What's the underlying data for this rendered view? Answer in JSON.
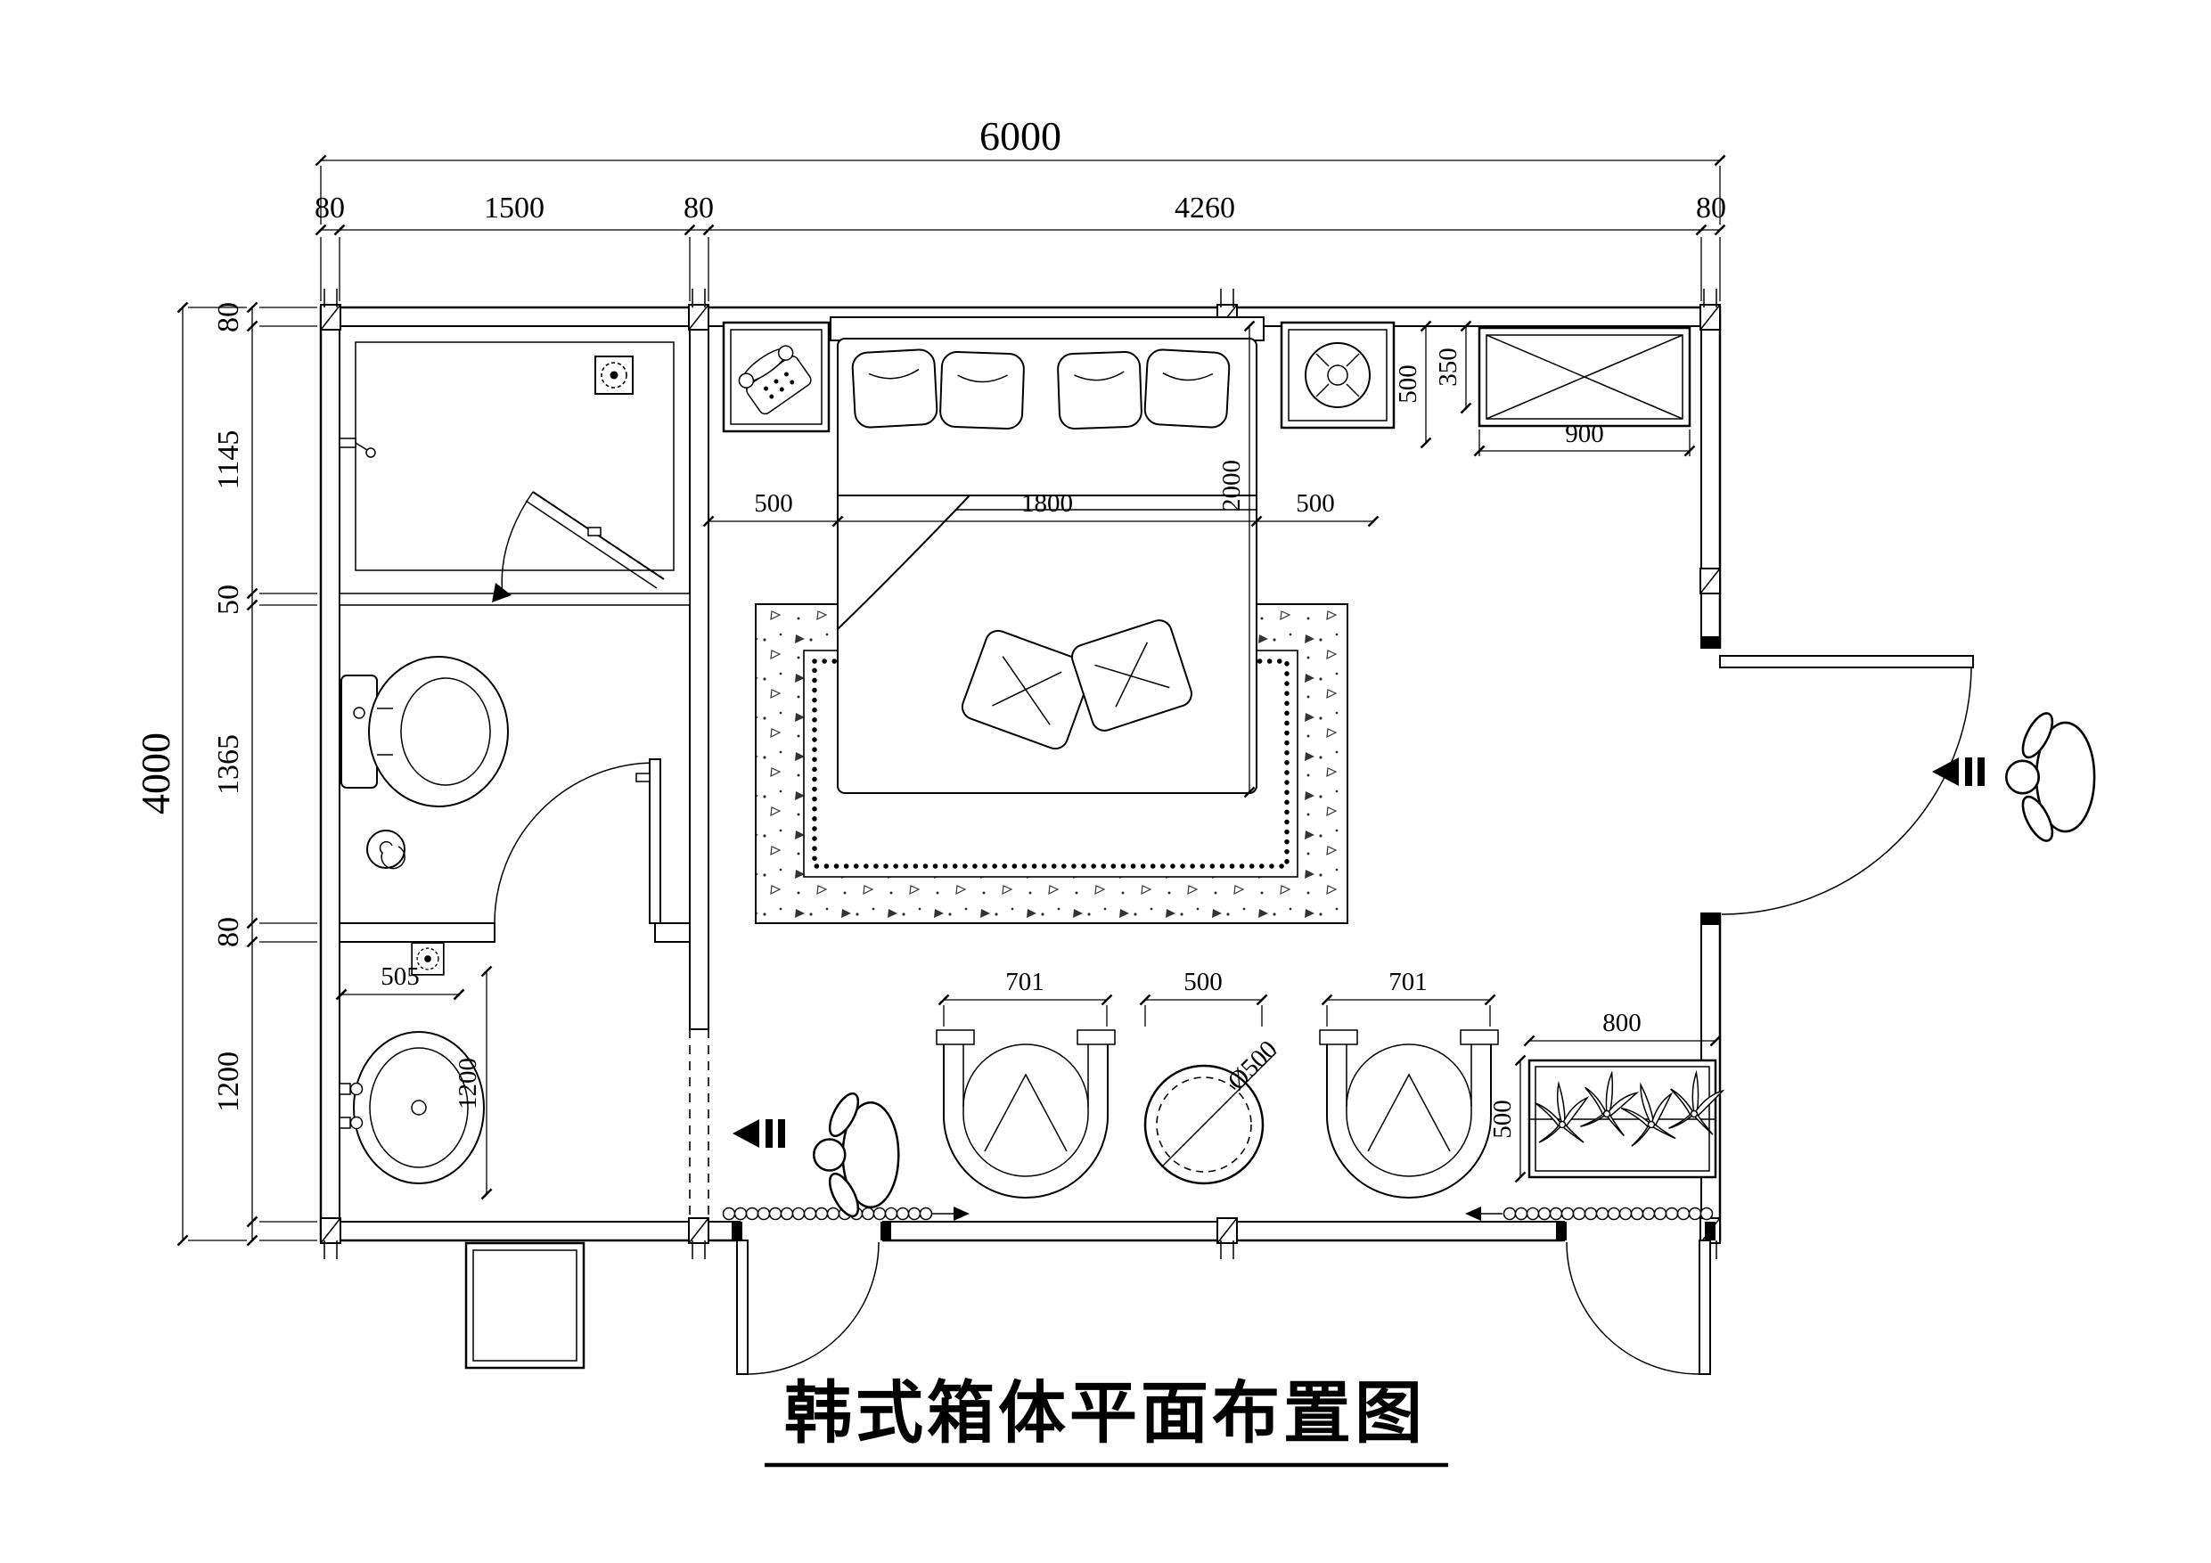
{
  "title": "韩式箱体平面布置图",
  "dims": {
    "overall_w": "6000",
    "overall_h": "4000",
    "top": [
      "80",
      "1500",
      "80",
      "4260",
      "80"
    ],
    "left": [
      "80",
      "1145",
      "50",
      "1365",
      "80",
      "1200"
    ],
    "bed": [
      "500",
      "1800",
      "500"
    ],
    "bed_len": "2000",
    "ns_depth": "500",
    "ns_gap": "350",
    "wardrobe_w": "900",
    "seat": [
      "701",
      "500",
      "701"
    ],
    "table_dia": "Ø500",
    "shelf_w": "800",
    "shelf_d": "500",
    "vanity_w": "505",
    "vanity_d": "1200"
  }
}
